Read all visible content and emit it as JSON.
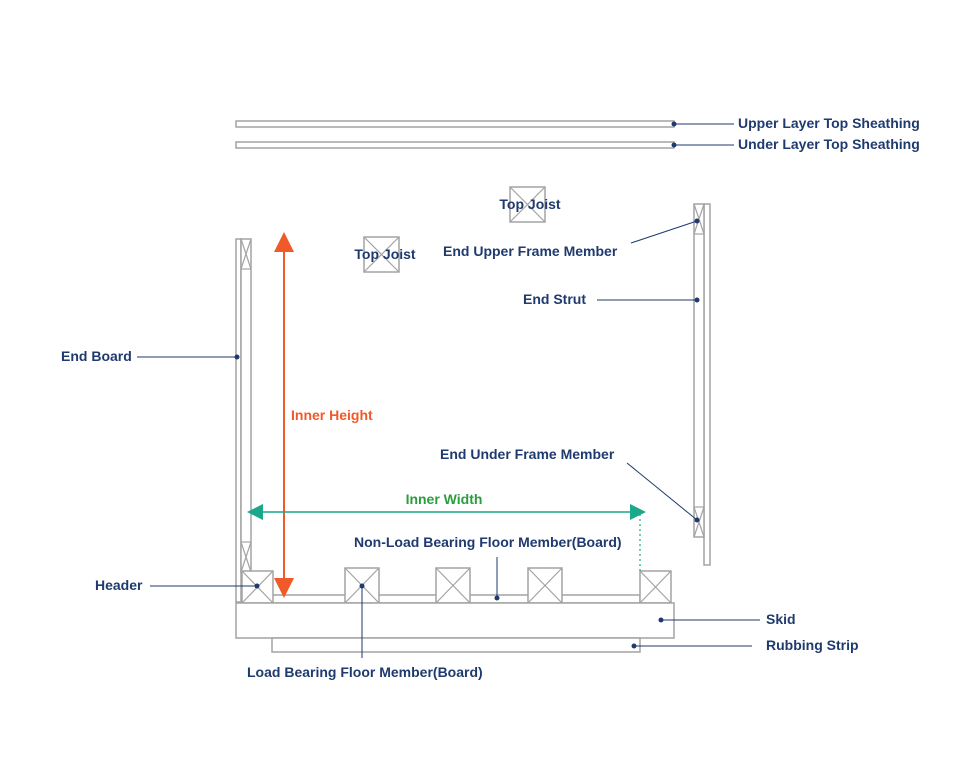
{
  "colors": {
    "label": "#1f3a6e",
    "part_outline": "#a3a3a3",
    "inner_height": "#f05a28",
    "inner_width": "#1aa88a",
    "inner_width_label": "#2a9d3c"
  },
  "labels": {
    "upper_layer_top_sheathing": "Upper Layer Top Sheathing",
    "under_layer_top_sheathing": "Under Layer Top Sheathing",
    "top_joist_right": "Top Joist",
    "top_joist_left": "Top Joist",
    "end_upper_frame_member": "End Upper Frame Member",
    "end_strut": "End Strut",
    "end_board": "End Board",
    "inner_height": "Inner Height",
    "end_under_frame_member": "End Under Frame Member",
    "inner_width": "Inner Width",
    "non_load_bearing_floor_member": "Non-Load Bearing Floor Member(Board)",
    "header": "Header",
    "skid": "Skid",
    "rubbing_strip": "Rubbing Strip",
    "load_bearing_floor_member": "Load Bearing Floor Member(Board)"
  }
}
